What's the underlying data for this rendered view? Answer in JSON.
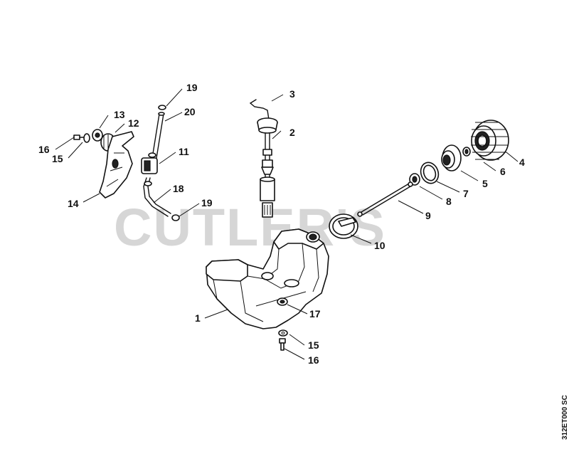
{
  "watermark": "CUTLER'S",
  "reference_code": "312ET000 SC",
  "callouts": {
    "c1": "1",
    "c2": "2",
    "c3": "3",
    "c4": "4",
    "c5": "5",
    "c6": "6",
    "c7": "7",
    "c8": "8",
    "c9": "9",
    "c10": "10",
    "c11": "11",
    "c12": "12",
    "c13": "13",
    "c14": "14",
    "c15a": "15",
    "c15b": "15",
    "c16a": "16",
    "c16b": "16",
    "c17": "17",
    "c18": "18",
    "c19a": "19",
    "c19b": "19",
    "c20": "20"
  }
}
